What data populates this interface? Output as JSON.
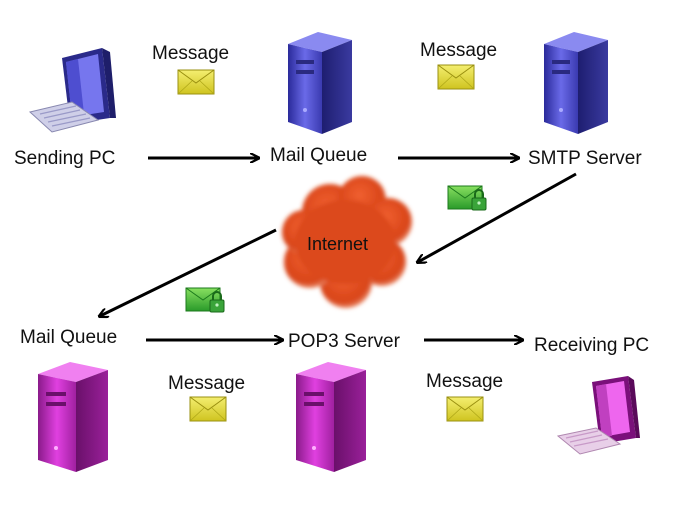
{
  "nodes": {
    "sending_pc": "Sending PC",
    "mail_queue_top": "Mail Queue",
    "smtp_server": "SMTP Server",
    "internet": "Internet",
    "mail_queue_bottom": "Mail Queue",
    "pop3_server": "POP3 Server",
    "receiving_pc": "Receiving PC"
  },
  "messages": {
    "m1": "Message",
    "m2": "Message",
    "m3": "Message",
    "m4": "Message"
  },
  "colors": {
    "top_hardware": "#5a5ae0",
    "bottom_hardware": "#cc33cc",
    "envelope": "#e8e040",
    "secure_envelope": "#44bb44",
    "internet_cloud": "#e04a1a",
    "arrow": "#000000"
  },
  "icons": {
    "pc": "desktop-computer-icon",
    "server": "server-tower-icon",
    "message": "envelope-icon",
    "secure_message": "locked-envelope-icon",
    "internet": "cloud-icon"
  }
}
